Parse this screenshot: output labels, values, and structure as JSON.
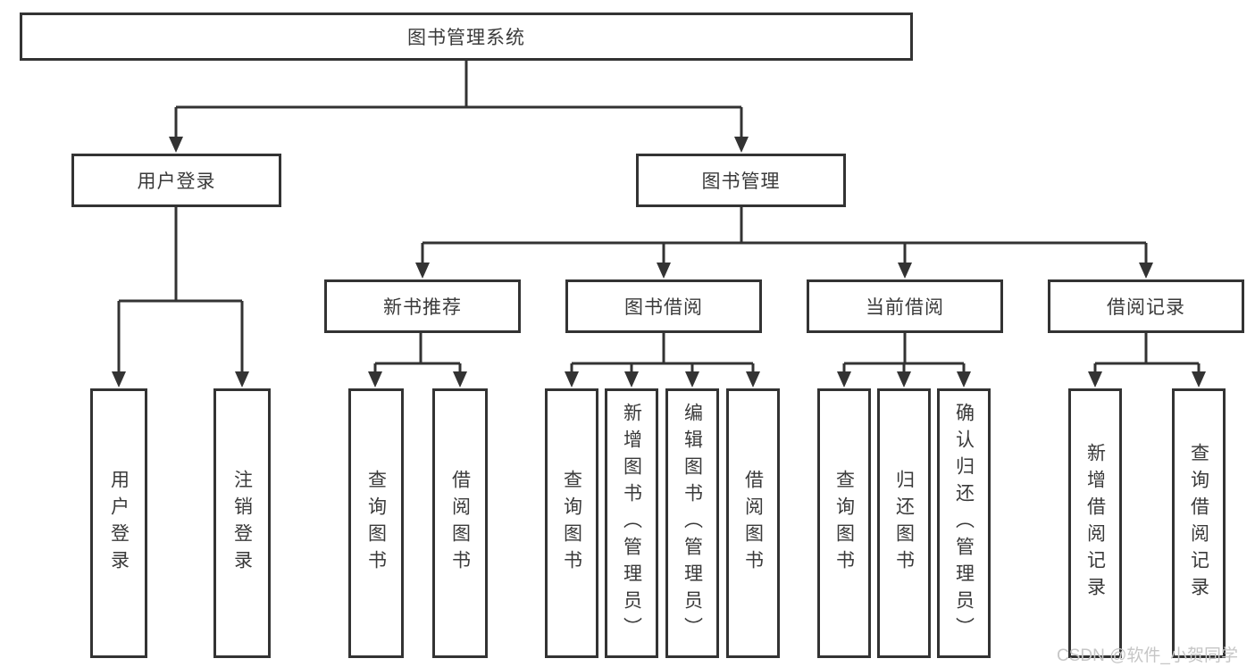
{
  "tree": {
    "label": "图书管理系统",
    "children": [
      {
        "label": "用户登录",
        "children": [
          {
            "label": "用户登录"
          },
          {
            "label": "注销登录"
          }
        ]
      },
      {
        "label": "图书管理",
        "children": [
          {
            "label": "新书推荐",
            "children": [
              {
                "label": "查询图书"
              },
              {
                "label": "借阅图书"
              }
            ]
          },
          {
            "label": "图书借阅",
            "children": [
              {
                "label": "查询图书"
              },
              {
                "label": "新增图书（管理员）"
              },
              {
                "label": "编辑图书（管理员）"
              },
              {
                "label": "借阅图书"
              }
            ]
          },
          {
            "label": "当前借阅",
            "children": [
              {
                "label": "查询图书"
              },
              {
                "label": "归还图书"
              },
              {
                "label": "确认归还（管理员）"
              }
            ]
          },
          {
            "label": "借阅记录",
            "children": [
              {
                "label": "新增借阅记录"
              },
              {
                "label": "查询借阅记录"
              }
            ]
          }
        ]
      }
    ]
  },
  "watermark": "CSDN @软件_小贺同学",
  "colors": {
    "line": "#333333",
    "text": "#3a3a3a",
    "watermark": "#c6c6c6"
  }
}
